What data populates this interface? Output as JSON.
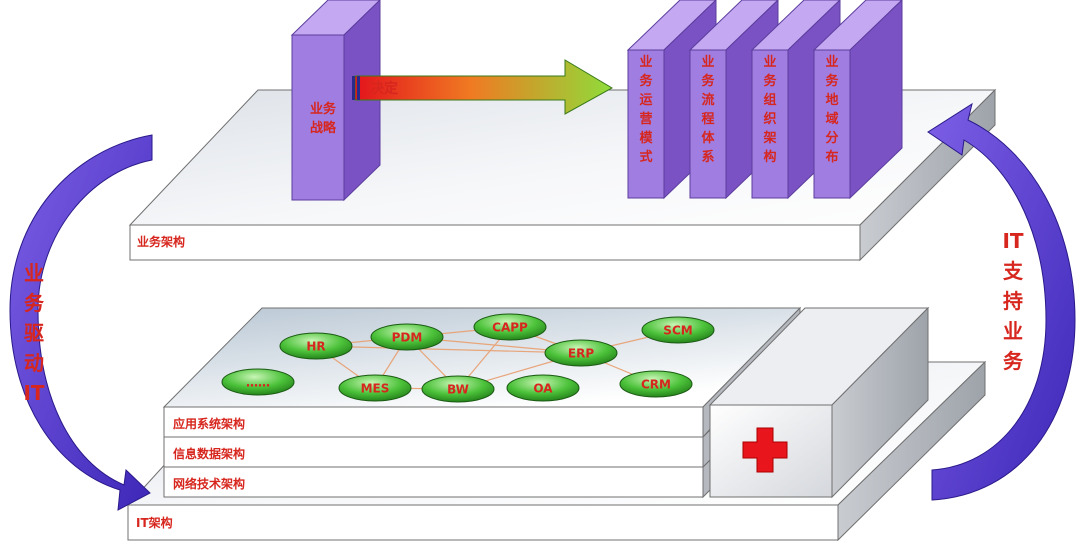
{
  "business_layer": {
    "label": "业务架构",
    "strategy_block": "业务战略",
    "decides_label": "决定",
    "blocks": [
      "业务运营模式",
      "业务流程体系",
      "业务组织架构",
      "业务地域分布"
    ]
  },
  "it_layer": {
    "label": "IT架构",
    "sub_layers": [
      "应用系统架构",
      "信息数据架构",
      "网络技术架构"
    ],
    "apps": [
      "HR",
      "PDM",
      "CAPP",
      "SCM",
      "ERP",
      "CRM",
      "MES",
      "BW",
      "OA",
      "……"
    ]
  },
  "left_arrow": {
    "label": "业务驱动IT"
  },
  "right_arrow": {
    "label": "IT支持业务"
  },
  "colors": {
    "block_purple": "#a07de0",
    "block_purple_side": "#7b52c4",
    "text_red": "#d7261e",
    "arc_purple": "#5a3bd4",
    "node_green": "#4cc23a",
    "red_cross": "#e8161c"
  }
}
